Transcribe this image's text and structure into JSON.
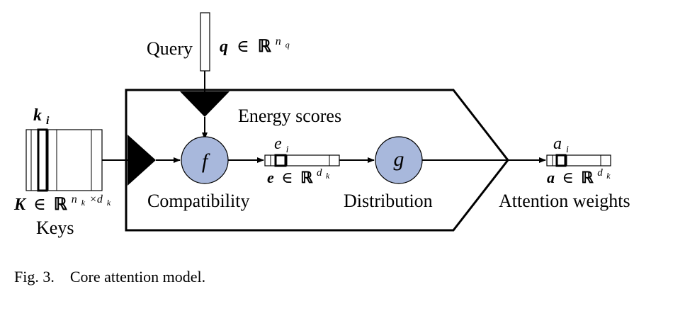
{
  "labels": {
    "query": "Query",
    "energy_scores": "Energy scores",
    "compatibility": "Compatibility",
    "distribution": "Distribution",
    "attention_weights": "Attention weights",
    "keys": "Keys"
  },
  "nodes": {
    "f": "f",
    "g": "g"
  },
  "math": {
    "query_vec": "q",
    "query_space": "ℝ",
    "query_exp": "n",
    "query_exp_sub": "q",
    "ki": "k",
    "ki_sub": "i",
    "keys_mat": "K",
    "keys_space": "ℝ",
    "keys_exp": "n",
    "keys_exp_sub1": "k",
    "keys_exp_times": "×d",
    "keys_exp_sub2": "k",
    "ei": "e",
    "ei_sub": "i",
    "energy_vec": "e",
    "energy_space": "ℝ",
    "energy_exp": "d",
    "energy_exp_sub": "k",
    "ai": "a",
    "ai_sub": "i",
    "attn_vec": "a",
    "attn_space": "ℝ",
    "attn_exp": "d",
    "attn_exp_sub": "k",
    "elem_of": "∈"
  },
  "caption": {
    "prefix": "Fig. 3.",
    "text": "Core attention model."
  },
  "colors": {
    "node_fill": "#a8b8dc",
    "stroke": "#000000"
  }
}
